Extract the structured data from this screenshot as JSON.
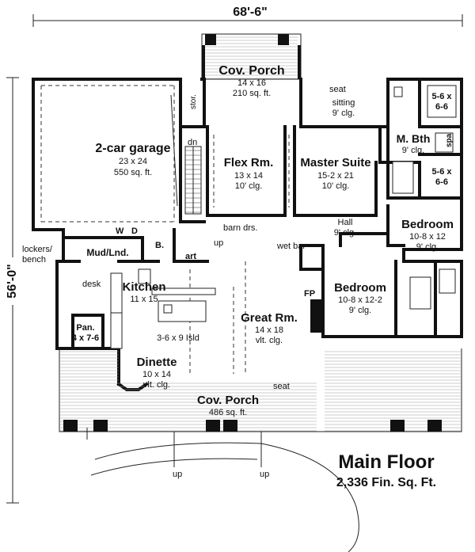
{
  "dimensions": {
    "width": "68'-6\"",
    "depth": "56'-0\""
  },
  "title": {
    "main": "Main Floor",
    "sub": "2,336 Fin. Sq. Ft."
  },
  "rooms": {
    "porch_rear": {
      "name": "Cov. Porch",
      "size": "14 x 16",
      "area": "210 sq. ft."
    },
    "garage": {
      "name": "2-car garage",
      "size": "23 x 24",
      "area": "550 sq. ft."
    },
    "flex": {
      "name": "Flex Rm.",
      "size": "13 x 14",
      "clg": "10' clg."
    },
    "master": {
      "name": "Master Suite",
      "size": "15-2 x 21",
      "clg": "10' clg."
    },
    "sitting": {
      "name": "sitting",
      "clg": "9' clg."
    },
    "mbath": {
      "name": "M. Bth",
      "clg": "9' clg."
    },
    "closet1": {
      "l1": "5-6 x",
      "l2": "6-6"
    },
    "closet2": {
      "l1": "5-6 x",
      "l2": "6-6"
    },
    "bedroom1": {
      "name": "Bedroom",
      "size": "10-8 x 12",
      "clg": "9' clg."
    },
    "hall": {
      "name": "Hall",
      "clg": "9' clg."
    },
    "bedroom2": {
      "name": "Bedroom",
      "size": "10-8 x 12-2",
      "clg": "9' clg."
    },
    "great": {
      "name": "Great Rm.",
      "size": "14 x 18",
      "clg": "vlt. clg."
    },
    "kitchen": {
      "name": "Kitchen",
      "size": "11 x 15"
    },
    "island": {
      "name": "3-6 x 9 Isld"
    },
    "dinette": {
      "name": "Dinette",
      "size": "10 x 14",
      "clg": "vlt. clg."
    },
    "porch_front": {
      "name": "Cov. Porch",
      "area": "486 sq. ft."
    },
    "pantry": {
      "name": "Pan.",
      "size": "4 x 7-6"
    },
    "mud": {
      "name": "Mud/Lnd."
    }
  },
  "labels": {
    "seat_top": "seat",
    "seat_bottom": "seat",
    "stor": "stor.",
    "dn": "dn",
    "up_stair": "up",
    "barn": "barn drs.",
    "wet_bar": "wet bar",
    "fp": "FP",
    "w": "W",
    "d": "D",
    "b": "B.",
    "art": "art",
    "lockers1": "lockers/",
    "lockers2": "bench",
    "desk": "desk",
    "spa": "spa",
    "up_left": "up",
    "up_right": "up"
  }
}
